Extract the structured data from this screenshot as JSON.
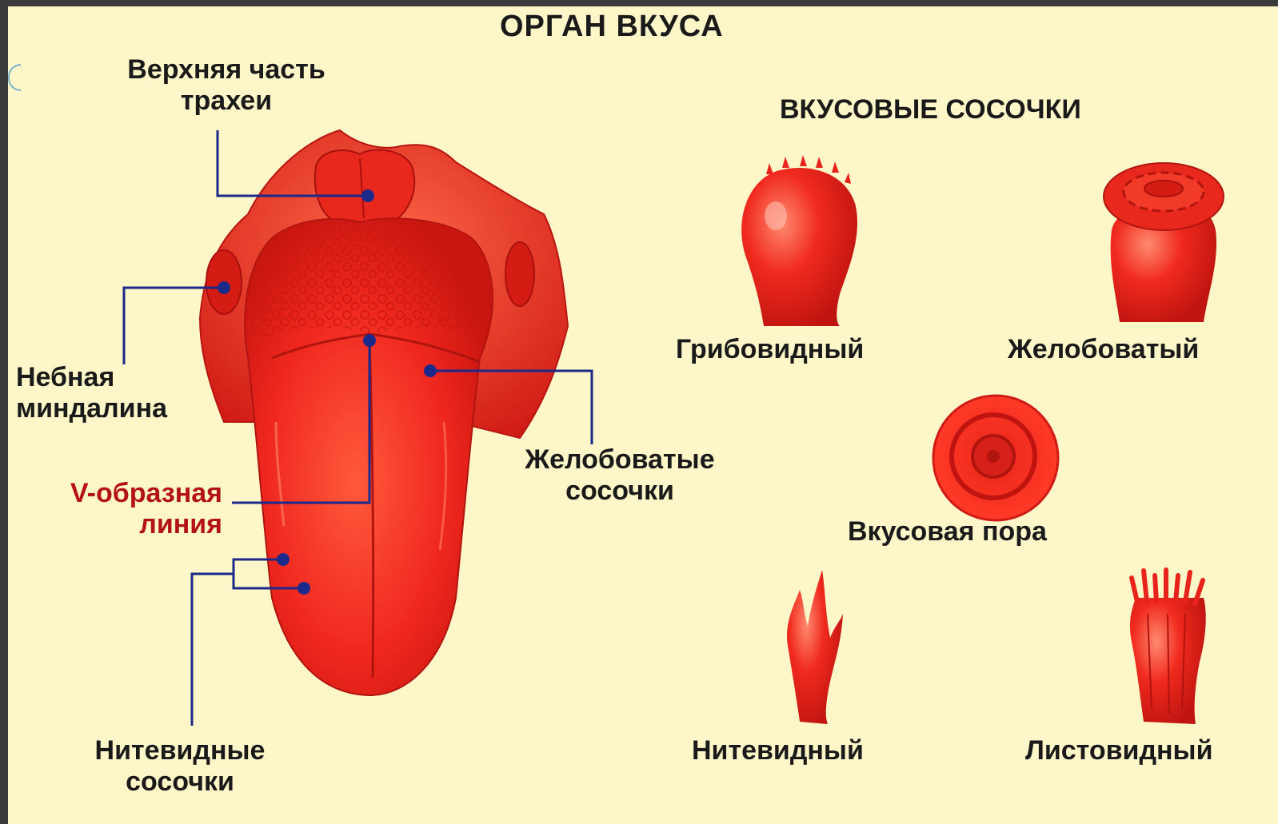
{
  "title": "ОРГАН ВКУСА",
  "papillae_title": "ВКУСОВЫЕ СОСОЧКИ",
  "tongue_labels": {
    "trachea_line1": "Верхняя часть",
    "trachea_line2": "трахеи",
    "tonsil_line1": "Небная",
    "tonsil_line2": "миндалина",
    "vline_line1": "V-образная",
    "vline_line2": "линия",
    "filiform_line1": "Нитевидные",
    "filiform_line2": "сосочки",
    "vallate_line1": "Желобоватые",
    "vallate_line2": "сосочки"
  },
  "papillae": {
    "fungiform": "Грибовидный",
    "vallate": "Желобоватый",
    "taste_pore": "Вкусовая пора",
    "filiform": "Нитевидный",
    "foliate": "Листовидный"
  },
  "colors": {
    "background": "#fdf6c8",
    "tongue": "#e8231c",
    "pointer": "#1b2a8a",
    "accent_text": "#b31217"
  }
}
